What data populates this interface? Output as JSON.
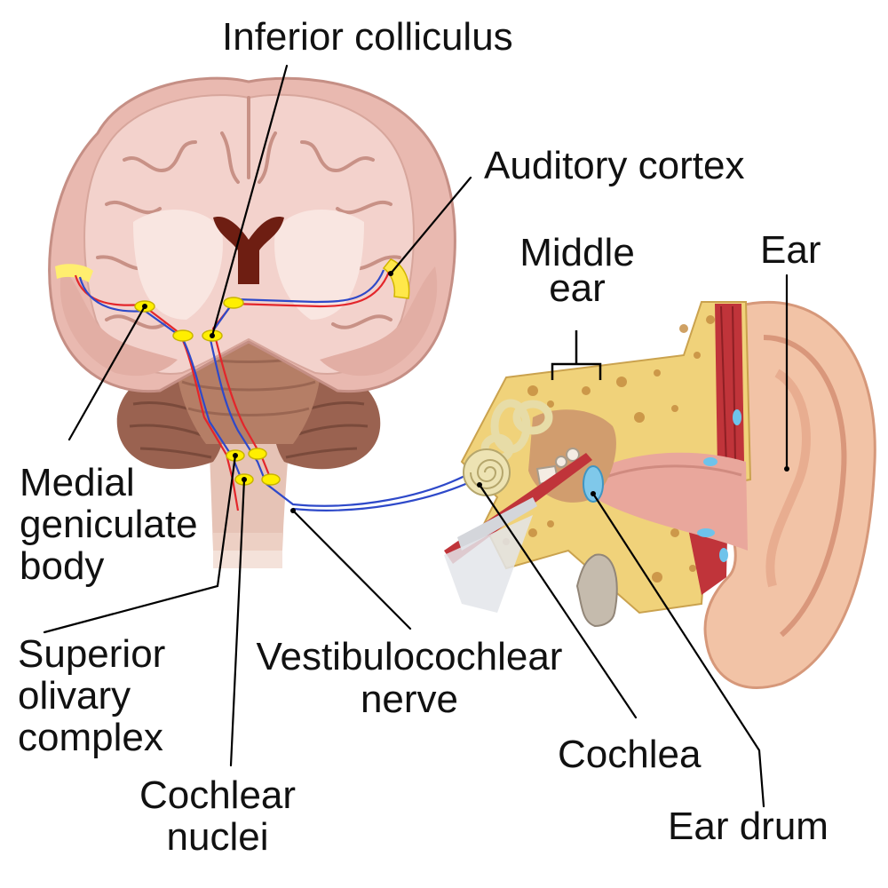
{
  "colors": {
    "brain_surface": "#e9b9b0",
    "brain_section": "#f3d2cc",
    "white_matter": "#f9e6e1",
    "brainstem": "#b57e66",
    "cerebellum": "#9a6250",
    "auditory_pathway_red": "#e3262b",
    "auditory_pathway_blue": "#2e49c9",
    "relay_nuclei": "#ffef00",
    "bone": "#f0d27a",
    "outer_ear": "#f2c3a6",
    "ear_drum": "#7fc8ea",
    "muscle": "#c0343a",
    "leader_line": "#000000"
  },
  "labels": {
    "inferior_colliculus": "Inferior colliculus",
    "auditory_cortex": "Auditory cortex",
    "middle_ear_line1": "Middle",
    "middle_ear_line2": "ear",
    "ear": "Ear",
    "medial_geniculate_line1": "Medial",
    "medial_geniculate_line2": "geniculate",
    "medial_geniculate_line3": "body",
    "superior_olivary_line1": "Superior",
    "superior_olivary_line2": "olivary",
    "superior_olivary_line3": "complex",
    "vestibulocochlear_line1": "Vestibulocochlear",
    "vestibulocochlear_line2": "nerve",
    "cochlea": "Cochlea",
    "cochlear_nuclei_line1": "Cochlear",
    "cochlear_nuclei_line2": "nuclei",
    "ear_drum": "Ear drum"
  }
}
